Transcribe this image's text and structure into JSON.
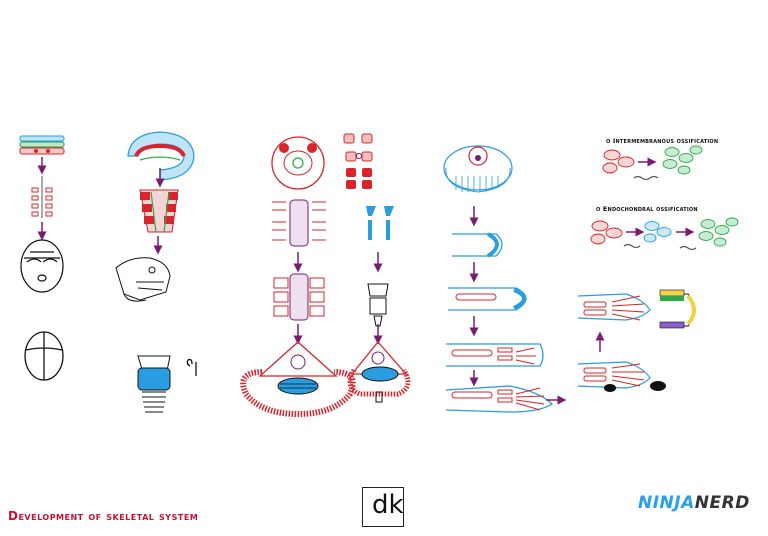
{
  "footer": {
    "title": "Development of skeletal system",
    "dk_logo": "dk",
    "brand_ninja": "NINJA",
    "brand_nerd": "NERD"
  },
  "ossification": {
    "intramembranous_label": "o Intermembranous ossification",
    "endochondral_label": "o Endochondral ossification"
  },
  "colors": {
    "red": "#d8242a",
    "blue": "#2a9ce0",
    "purple": "#7a1c6e",
    "green": "#2aa84a",
    "title_red": "#c8102e",
    "black": "#111111",
    "yellow": "#f2d14a",
    "violet": "#8a5cd0",
    "brand_blue": "#2aa0e6",
    "brand_dark": "#333333"
  },
  "icons": [
    "arrow-down-icon",
    "arrow-right-icon",
    "arrow-up-icon"
  ]
}
